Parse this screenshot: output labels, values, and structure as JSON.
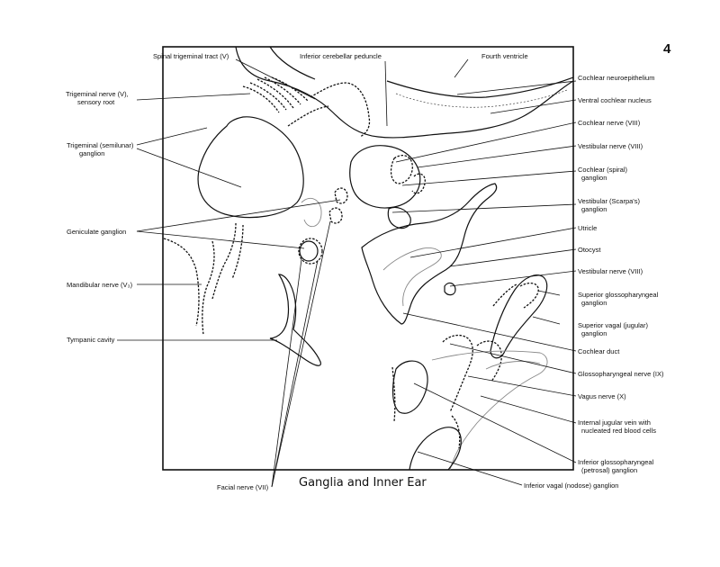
{
  "page_number": "4",
  "title": "Ganglia and Inner Ear",
  "labels": {
    "spinal_trigeminal_tract": "Spinal trigeminal tract (V)",
    "inferior_cerebellar_peduncle": "Inferior cerebellar peduncle",
    "fourth_ventricle": "Fourth ventricle",
    "trigeminal_nerve_line1": "Trigeminal nerve (V),",
    "trigeminal_nerve_line2": "sensory root",
    "trigeminal_ganglion_line1": "Trigeminal (semilunar)",
    "trigeminal_ganglion_line2": "ganglion",
    "geniculate_ganglion": "Geniculate ganglion",
    "mandibular_nerve": "Mandibular nerve (V₃)",
    "tympanic_cavity": "Tympanic cavity",
    "facial_nerve": "Facial nerve (VII)",
    "cochlear_neuroepithelium": "Cochlear neuroepithelium",
    "ventral_cochlear_nucleus": "Ventral cochlear nucleus",
    "cochlear_nerve": "Cochlear nerve (VIII)",
    "vestibular_nerve_upper": "Vestibular nerve (VIII)",
    "cochlear_spiral_ganglion_line1": "Cochlear (spiral)",
    "cochlear_spiral_ganglion_line2": "ganglion",
    "vestibular_scarpa_line1": "Vestibular (Scarpa's)",
    "vestibular_scarpa_line2": "ganglion",
    "utricle": "Utricle",
    "otocyst": "Otocyst",
    "vestibular_nerve_lower": "Vestibular nerve (VIII)",
    "superior_glosso_line1": "Superior glossopharyngeal",
    "superior_glosso_line2": "ganglion",
    "superior_vagal_line1": "Superior vagal (jugular)",
    "superior_vagal_line2": "ganglion",
    "cochlear_duct": "Cochlear duct",
    "glossopharyngeal_nerve": "Glossopharyngeal nerve (IX)",
    "vagus_nerve": "Vagus nerve (X)",
    "internal_jugular_line1": "Internal jugular vein with",
    "internal_jugular_line2": "nucleated red blood cells",
    "inferior_glosso_line1": "Inferior glossopharyngeal",
    "inferior_glosso_line2": "(petrosal) ganglion",
    "inferior_vagal": "Inferior vagal (nodose) ganglion"
  }
}
